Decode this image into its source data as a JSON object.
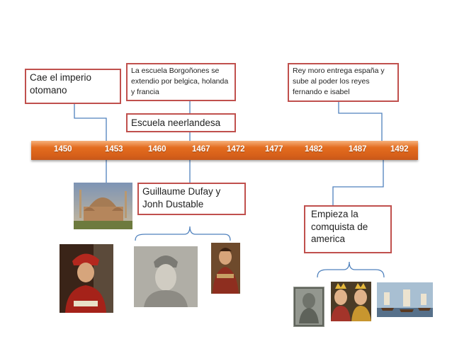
{
  "timeline": {
    "years": [
      "1450",
      "1453",
      "1460",
      "1467",
      "1472",
      "1477",
      "1482",
      "1487",
      "1492"
    ]
  },
  "boxes": {
    "imperio": "Cae el imperio otomano",
    "borgonones": "La escuela Borgoñones se extendio por belgica, holanda y francia",
    "neerlandesa": "Escuela neerlandesa",
    "reymoro": "Rey moro entrega españa y sube al poder los reyes fernando e isabel",
    "dufay": "Guillaume Dufay y Jonh Dustable",
    "america": "Empieza la comquista de america"
  },
  "images": [
    "hagia-sophia-photo",
    "portrait-red-hat",
    "portrait-grey",
    "portrait-musician",
    "columbus-bust",
    "catholic-monarchs",
    "caravels"
  ]
}
